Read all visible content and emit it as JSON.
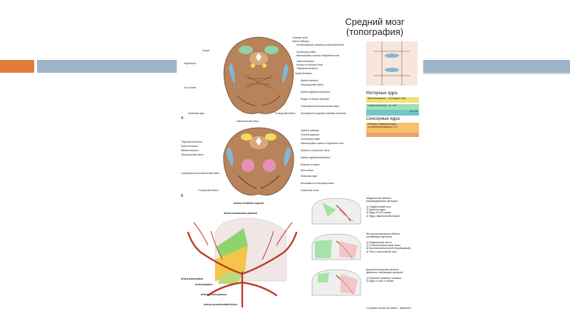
{
  "slide_title": "Средний мозг (топография)",
  "colors": {
    "orange_bar": "#e07b39",
    "blue_bar": "#9fb3c8",
    "brain": "#b8835a",
    "blue_nucleus": "#7fb9d6",
    "green_nucleus": "#8fd3a8",
    "yellow_nucleus": "#f2dc5d",
    "pink_red": "#e88fb6",
    "artery": "#c0392b"
  },
  "figure_a": {
    "label": "A",
    "left_labels": [
      "Tectum",
      "Tegmentum",
      "Crus cerebri",
      "Substantia nigra"
    ],
    "top_labels": [
      "Trochlear nerve",
      "Inferior colliculus",
      "Central aqueduct containing cerebrospinal fluid",
      "Central gray matter",
      "Mesencephalic nucleus of trigeminal nerve",
      "Lateral lemniscus",
      "Nucleus of trochlear nerve",
      "Trigeminal lemniscus",
      "Spinal lemniscus",
      "Medial lemniscus",
      "Temporopontine fibers",
      "Medial longitudinal fasciculus",
      "Region of reticular formation",
      "Corticospinal and corticonuclear fibers",
      "Decussation of superior cerebellar peduncles"
    ],
    "bottom_labels": [
      "Interpeduncular fossa",
      "Frontopontine fibers"
    ]
  },
  "figure_b": {
    "label": "B",
    "left_labels": [
      "Trigeminal lemniscus",
      "Spinal lemniscus",
      "Medial lemniscus",
      "Temporopontine fibers",
      "Corticospinal and corticonuclear fibers",
      "Frontopontine fibers"
    ],
    "right_labels": [
      "Superior colliculus",
      "Cerebral aqueduct",
      "Central gray matter",
      "Mesencephalic nucleus of trigeminal nerve",
      "Nucleus of oculomotor nerve",
      "Medial longitudinal fasciculus",
      "Reticular formation",
      "Red nucleus",
      "Substantia nigra",
      "Decussation of rubrospinal tracts",
      "Oculomotor nerve"
    ]
  },
  "legend": {
    "motor_title": "Моторные ядра",
    "rows": [
      {
        "text": "Вегетативное - п.Edingeri (III)",
        "color": "#f4e07a"
      },
      {
        "text": "Соматическое - п.n.IV",
        "color": "#9fe0b5"
      },
      {
        "text": "п.n.III",
        "color": "#6fc7c7"
      }
    ],
    "sensory_title": "Сенсорные ядра",
    "sensory_rows": [
      {
        "text": "Общее соматическое - п.mesencephalicus n.V",
        "color": "#f7c26b"
      },
      {
        "text": "",
        "color": "#f0a070"
      }
    ]
  },
  "artery_labels": [
    "Arteria cerebellaris superior",
    "Arteria communicans posterior",
    "Arteria paramediana",
    "Arteria basilaris",
    "Arteria cerebri posterior",
    "Arteria circumferentialis brevis"
  ],
  "regions": [
    {
      "title": "Медиальная область\n(парамедианные артерии)",
      "items": "1) Подбугорный путь\n2) Красное ядро\n3) Ядро III (IV) нерва\n4) Ядро Эдингера-Вестфаля"
    },
    {
      "title": "Вентролатеральная область\n(огибающие артерии)",
      "items": "1) Медиальная петля\n2) Спиноталамический тракт\n3) Кортикоспинальный (пирамидный)\n4) Текто-спинальный путь"
    },
    {
      "title": "Дорсолатеральная область\n(длинные огибающие артерии)",
      "items": "1) Верхние (нижние) холмики\n2) Ядро и путь V нерва"
    }
  ],
  "credit": "Complete version by Mirali L. Martinson"
}
